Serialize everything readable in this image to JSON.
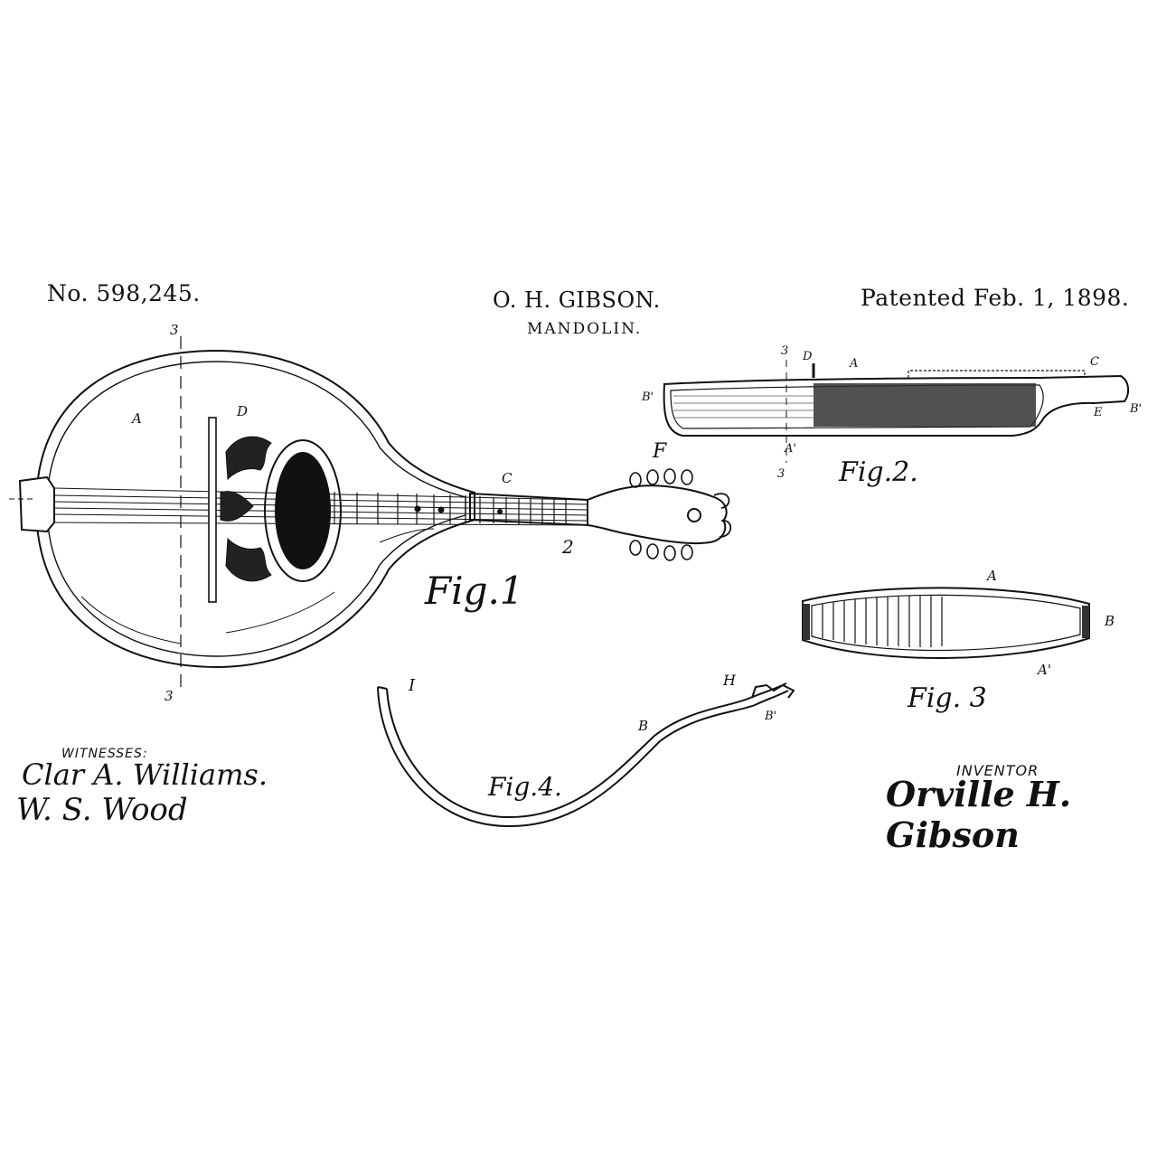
{
  "header": {
    "patent_number": "No. 598,245.",
    "inventor": "O. H. GIBSON.",
    "title": "MANDOLIN.",
    "date": "Patented Feb. 1, 1898."
  },
  "figures": {
    "fig1": "Fig.1",
    "fig2": "Fig.2.",
    "fig3": "Fig. 3",
    "fig4": "Fig.4."
  },
  "reference_letters": {
    "A": "A",
    "A_prime": "A'",
    "B": "B",
    "B_prime": "B'",
    "C": "C",
    "D": "D",
    "E": "E",
    "F": "F",
    "H": "H",
    "I": "I",
    "two": "2",
    "three": "3"
  },
  "witnesses": {
    "label": "WITNESSES:",
    "names": [
      "Clar A. Williams.",
      "W. S. Wood"
    ]
  },
  "inventor_block": {
    "label": "INVENTOR",
    "signature": "Orville H. Gibson"
  }
}
